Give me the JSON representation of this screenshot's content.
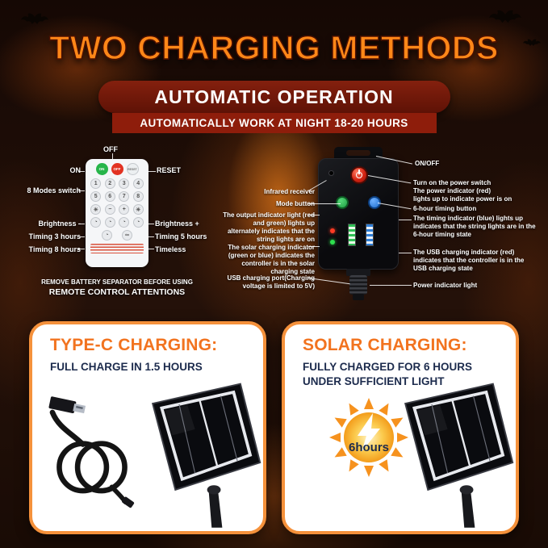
{
  "header": {
    "title": "TWO CHARGING METHODS",
    "auto_title": "AUTOMATIC OPERATION",
    "auto_subtitle": "AUTOMATICALLY WORK AT NIGHT 18-20 HOURS"
  },
  "remote": {
    "top_label": "OFF",
    "left_labels": [
      "ON",
      "8 Modes switch",
      "Brightness -",
      "Timing 3 hours",
      "Timing 8 hours"
    ],
    "right_labels": [
      "RESET",
      "Brightness +",
      "Timing 5 hours",
      "Timeless"
    ],
    "buttons": {
      "on": "ON",
      "off": "OFF",
      "reset": "RESET"
    },
    "numbers": [
      "1",
      "2",
      "3",
      "4",
      "5",
      "6",
      "7",
      "8"
    ],
    "brightness": [
      "☀",
      "−",
      "+",
      "☀"
    ],
    "timing1": [
      "◔",
      "◔",
      "◔",
      "◔"
    ],
    "timing2": [
      "◔",
      "∞"
    ],
    "warning1": "REMOVE BATTERY SEPARATOR BEFORE USING",
    "warning2": "REMOTE CONTROL ATTENTIONS"
  },
  "controller": {
    "left_callouts": [
      "Infrared receiver",
      "Mode button",
      "The output indicator light (red and green) lights up alternately indicates that the string lights are on",
      "The solar charging indicator (green or blue) indicates the controller is in the solar charging state",
      "USB charging port(Charging voltage is limited to 5V)"
    ],
    "right_callouts": [
      "ON/OFF",
      "Turn on the power switch\nThe power indicator (red)\nlights up to indicate power is on",
      "6-hour timing button",
      "The timing indicator (blue) lights up indicates that the string lights are in the 6-hour timing state",
      "The USB charging indicator (red) indicates that the controller is in the USB charging state",
      "Power indicator light"
    ]
  },
  "cards": {
    "typec": {
      "title": "TYPE-C CHARGING:",
      "subtitle": "FULL CHARGE IN 1.5 HOURS"
    },
    "solar": {
      "title": "SOLAR CHARGING:",
      "subtitle": "FULLY CHARGED FOR 6 HOURS\nUNDER SUFFICIENT LIGHT",
      "sun_label": "6hours"
    }
  },
  "colors": {
    "accent_orange": "#F2731F",
    "card_border": "#F5913B",
    "badge_red": "#7E1808",
    "navy": "#1C2B4D"
  }
}
